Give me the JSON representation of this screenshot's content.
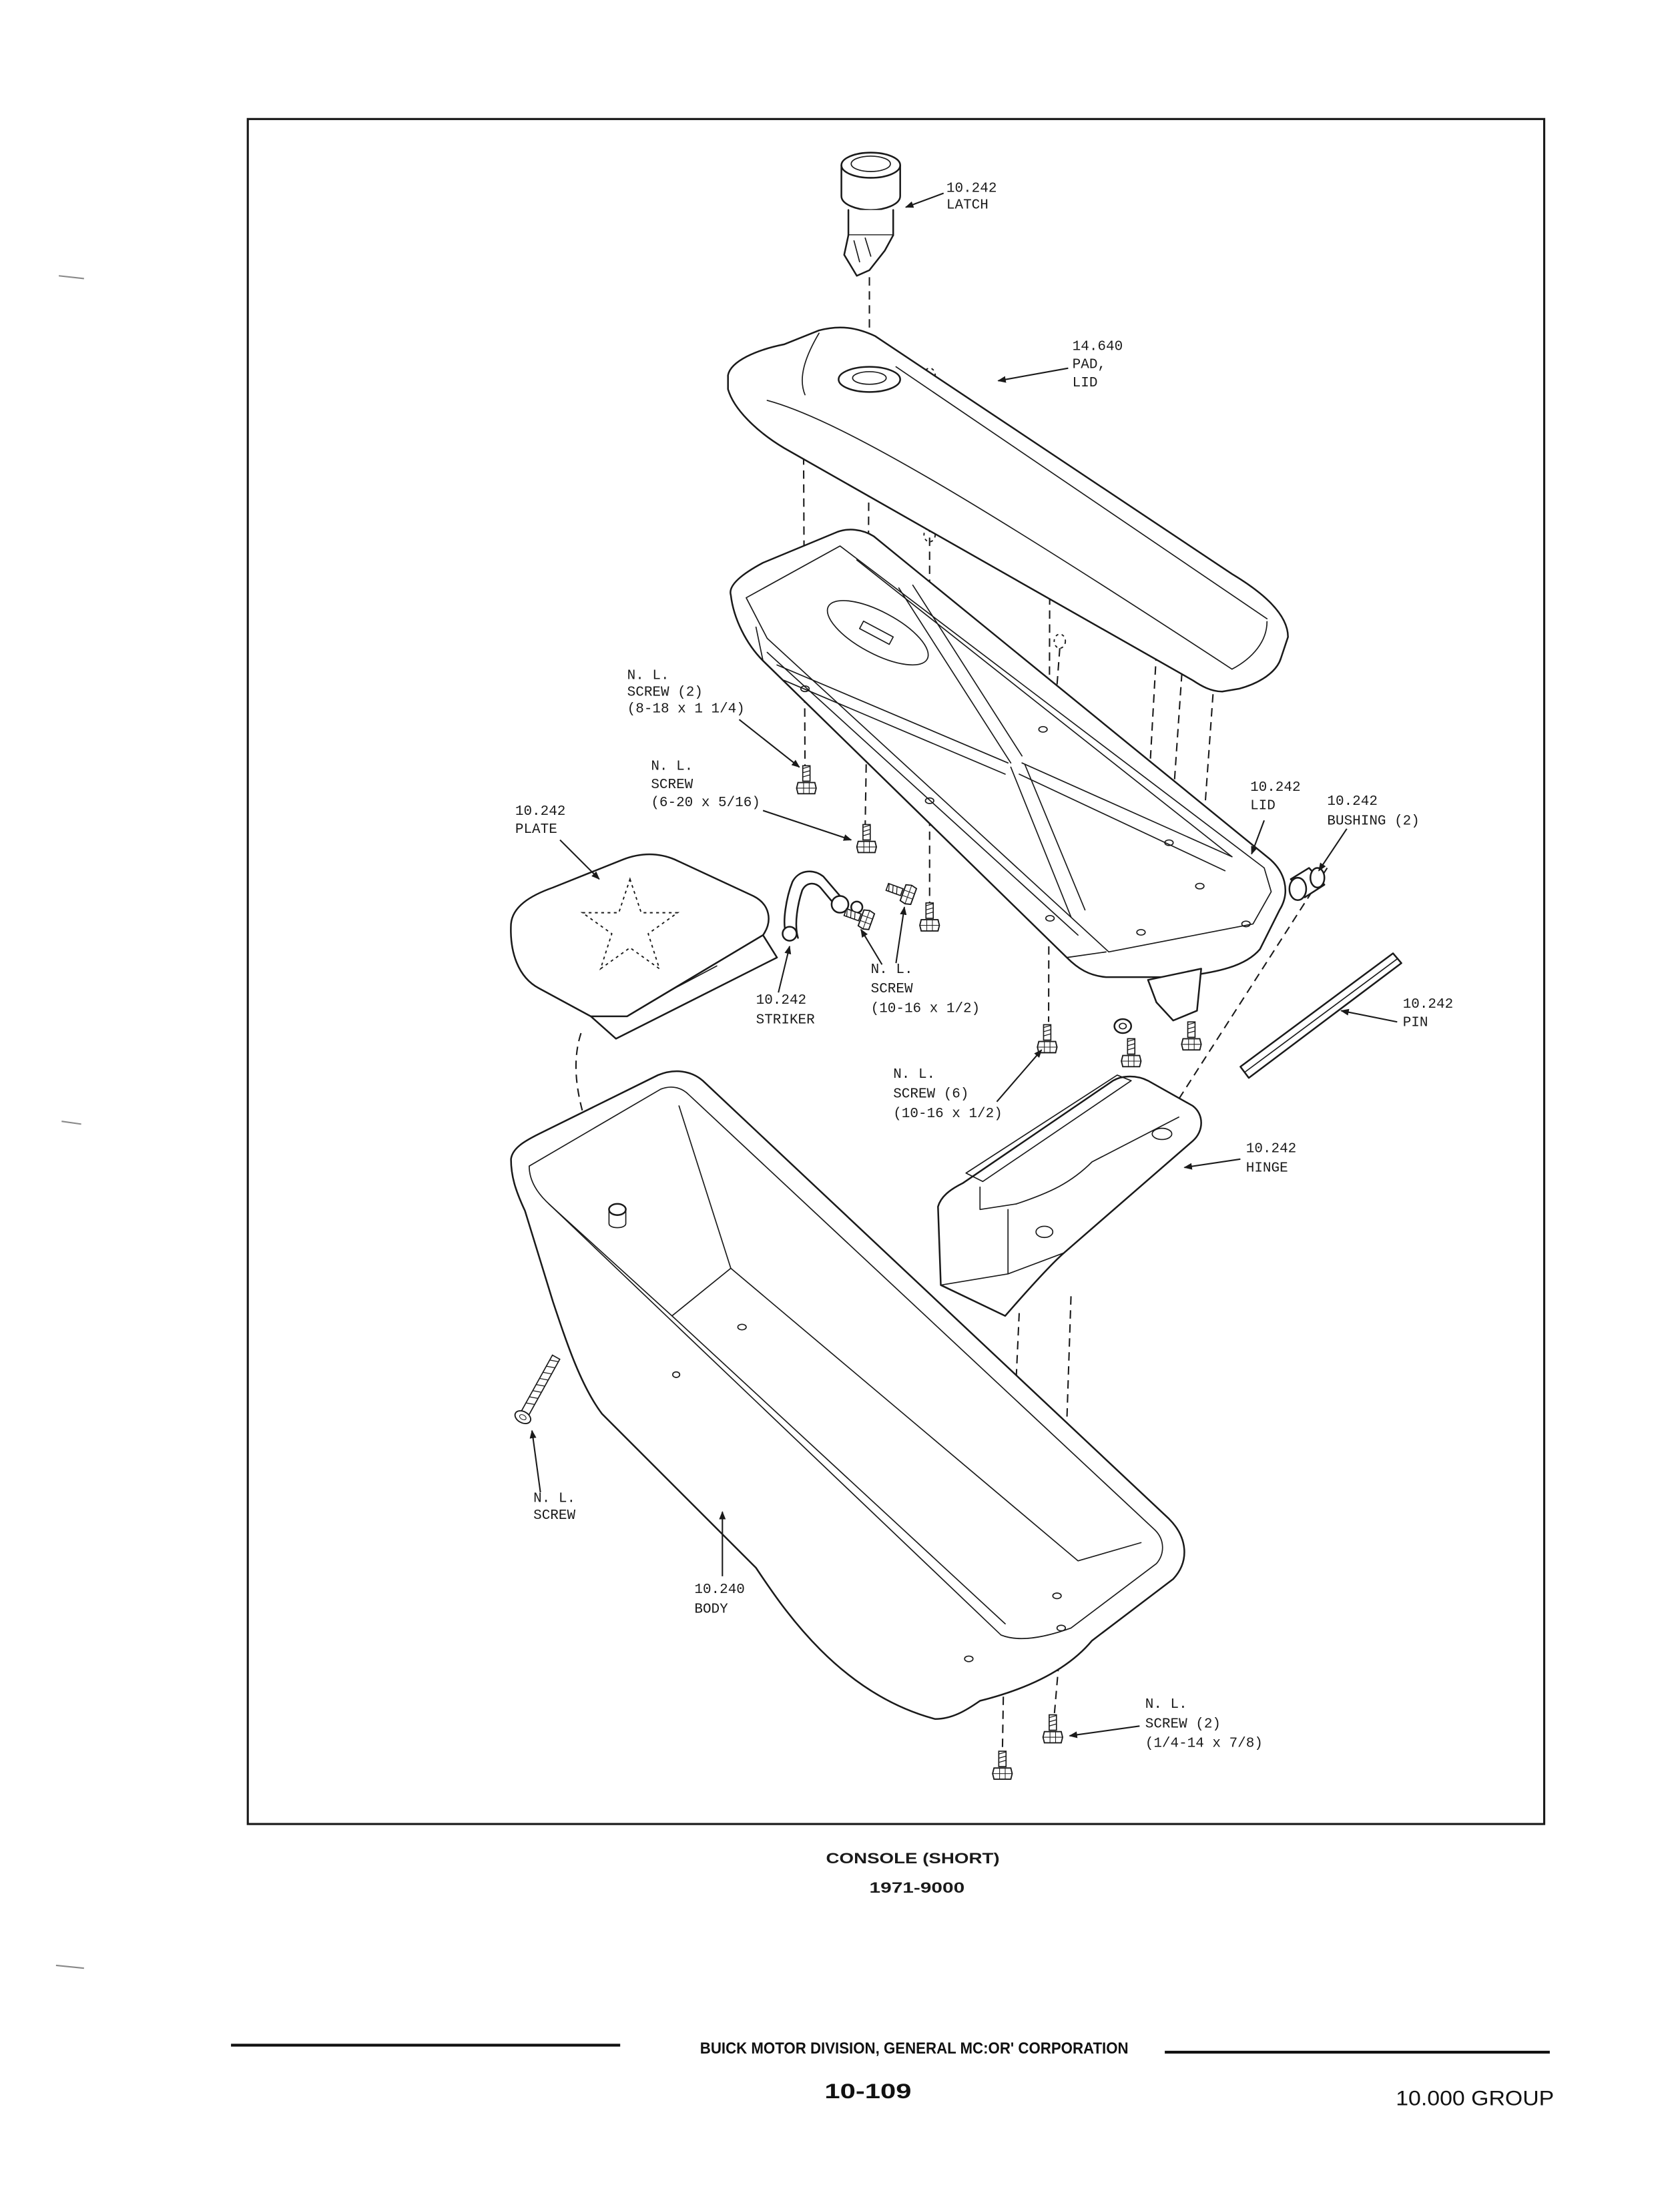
{
  "figure": {
    "callouts": {
      "latch": [
        "10.242",
        "LATCH"
      ],
      "pad_lid": [
        "14.640",
        "PAD,",
        "LID"
      ],
      "screw_8_18": [
        "N. L.",
        "SCREW (2)",
        "(8-18 x 1 1/4)"
      ],
      "screw_6_20": [
        "N. L.",
        "SCREW",
        "(6-20 x 5/16)"
      ],
      "plate": [
        "10.242",
        "PLATE"
      ],
      "lid": [
        "10.242",
        "LID"
      ],
      "bushing": [
        "10.242",
        "BUSHING (2)"
      ],
      "screw_striker": [
        "N. L.",
        "SCREW",
        "(10-16 x 1/2)"
      ],
      "striker": [
        "10.242",
        "STRIKER"
      ],
      "pin": [
        "10.242",
        "PIN"
      ],
      "screw_hinge": [
        "N. L.",
        "SCREW (6)",
        "(10-16 x 1/2)"
      ],
      "hinge": [
        "10.242",
        "HINGE"
      ],
      "screw_body": [
        "N. L.",
        "SCREW"
      ],
      "body": [
        "10.240",
        "BODY"
      ],
      "screw_bottom": [
        "N. L.",
        "SCREW (2)",
        "(1/4-14 x 7/8)"
      ]
    },
    "caption": {
      "title": "CONSOLE (SHORT)",
      "code": "1971-9000"
    }
  },
  "footer": {
    "publisher": "BUICK MOTOR DIVISION, GENERAL MC:OR' CORPORATION",
    "page_number": "10-109",
    "group": "10.000 GROUP"
  }
}
